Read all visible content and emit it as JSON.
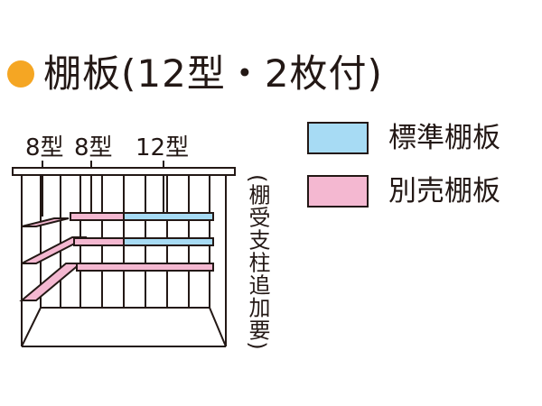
{
  "title": "棚板(12型・2枚付)",
  "colors": {
    "title_dot": "#f5a623",
    "standard_shelf": "#a7dbf4",
    "optional_shelf": "#f4b8d1",
    "line": "#231815"
  },
  "legend": {
    "standard": "標準棚板",
    "optional": "別売棚板"
  },
  "labels": {
    "shelf_8a": "8型",
    "shelf_8b": "8型",
    "shelf_12": "12型"
  },
  "side_note": "(棚受支柱追加要)"
}
